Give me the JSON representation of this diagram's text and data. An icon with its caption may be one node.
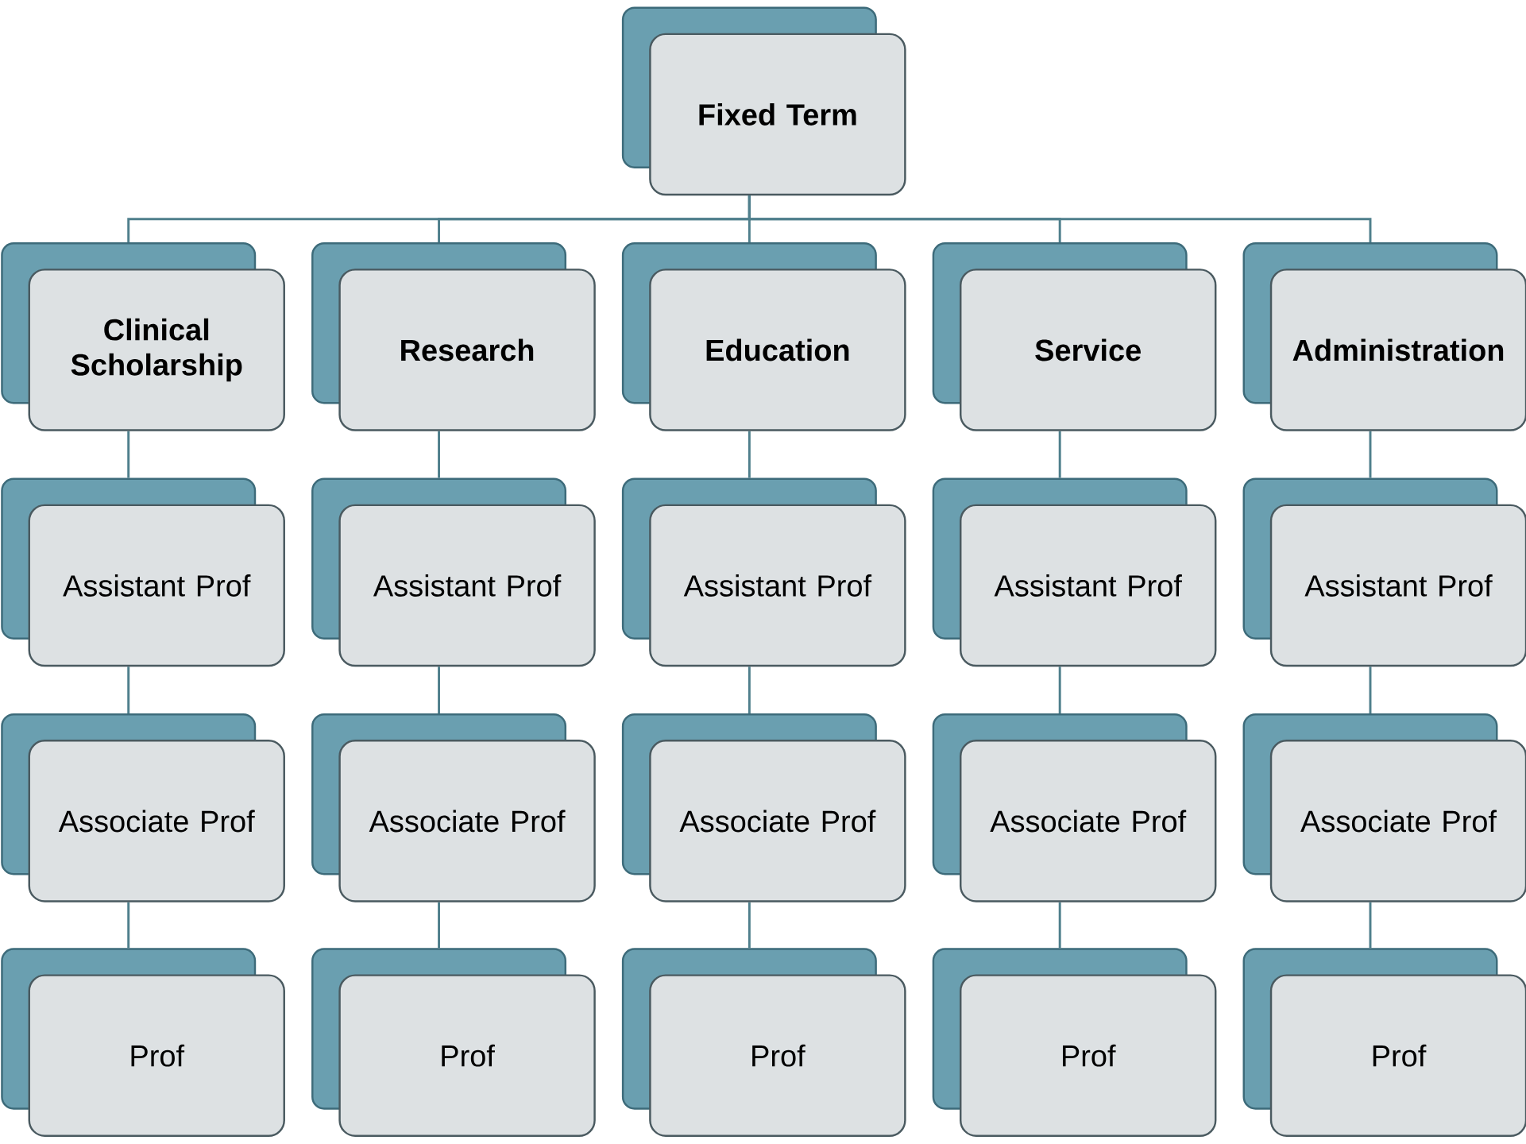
{
  "diagram": {
    "nodes": [
      {
        "text": [
          "Fixed Term"
        ]
      },
      {
        "text": [
          "Clinical Scholarship"
        ]
      },
      {
        "text": [
          "Research"
        ]
      },
      {
        "text": [
          "Education"
        ]
      },
      {
        "text": [
          "Service"
        ]
      },
      {
        "text": [
          "Administration"
        ]
      },
      {
        "text": [
          "Assistant Prof"
        ]
      },
      {
        "text": [
          "Assistant Prof"
        ]
      },
      {
        "text": [
          "Assistant Prof"
        ]
      },
      {
        "text": [
          "Assistant Prof"
        ]
      },
      {
        "text": [
          "Assistant Prof"
        ]
      },
      {
        "text": [
          "Associate Prof"
        ]
      },
      {
        "text": [
          "Associate Prof"
        ]
      },
      {
        "text": [
          "Associate Prof"
        ]
      },
      {
        "text": [
          "Associate Prof"
        ]
      },
      {
        "text": [
          "Associate Prof"
        ]
      },
      {
        "text": [
          "Prof"
        ]
      },
      {
        "text": [
          "Prof"
        ]
      },
      {
        "text": [
          "Prof"
        ]
      },
      {
        "text": [
          "Prof"
        ]
      },
      {
        "text": [
          "Prof"
        ]
      }
    ],
    "edges": [
      {
        "from": 0,
        "to": 1,
        "arrow": "none"
      },
      {
        "from": 0,
        "to": 2,
        "arrow": "none"
      },
      {
        "from": 0,
        "to": 3,
        "arrow": "none"
      },
      {
        "from": 0,
        "to": 4,
        "arrow": "none"
      },
      {
        "from": 0,
        "to": 5,
        "arrow": "none"
      },
      {
        "from": 1,
        "to": 6,
        "arrow": "none"
      },
      {
        "from": 2,
        "to": 7,
        "arrow": "none"
      },
      {
        "from": 3,
        "to": 8,
        "arrow": "none"
      },
      {
        "from": 4,
        "to": 9,
        "arrow": "none"
      },
      {
        "from": 5,
        "to": 10,
        "arrow": "none"
      },
      {
        "from": 6,
        "to": 11,
        "arrow": "none"
      },
      {
        "from": 7,
        "to": 12,
        "arrow": "none"
      },
      {
        "from": 8,
        "to": 13,
        "arrow": "none"
      },
      {
        "from": 9,
        "to": 14,
        "arrow": "none"
      },
      {
        "from": 10,
        "to": 15,
        "arrow": "none"
      },
      {
        "from": 11,
        "to": 16,
        "arrow": "none"
      },
      {
        "from": 12,
        "to": 17,
        "arrow": "none"
      },
      {
        "from": 13,
        "to": 18,
        "arrow": "none"
      },
      {
        "from": 14,
        "to": 19,
        "arrow": "none"
      },
      {
        "from": 15,
        "to": 20,
        "arrow": "none"
      }
    ]
  }
}
